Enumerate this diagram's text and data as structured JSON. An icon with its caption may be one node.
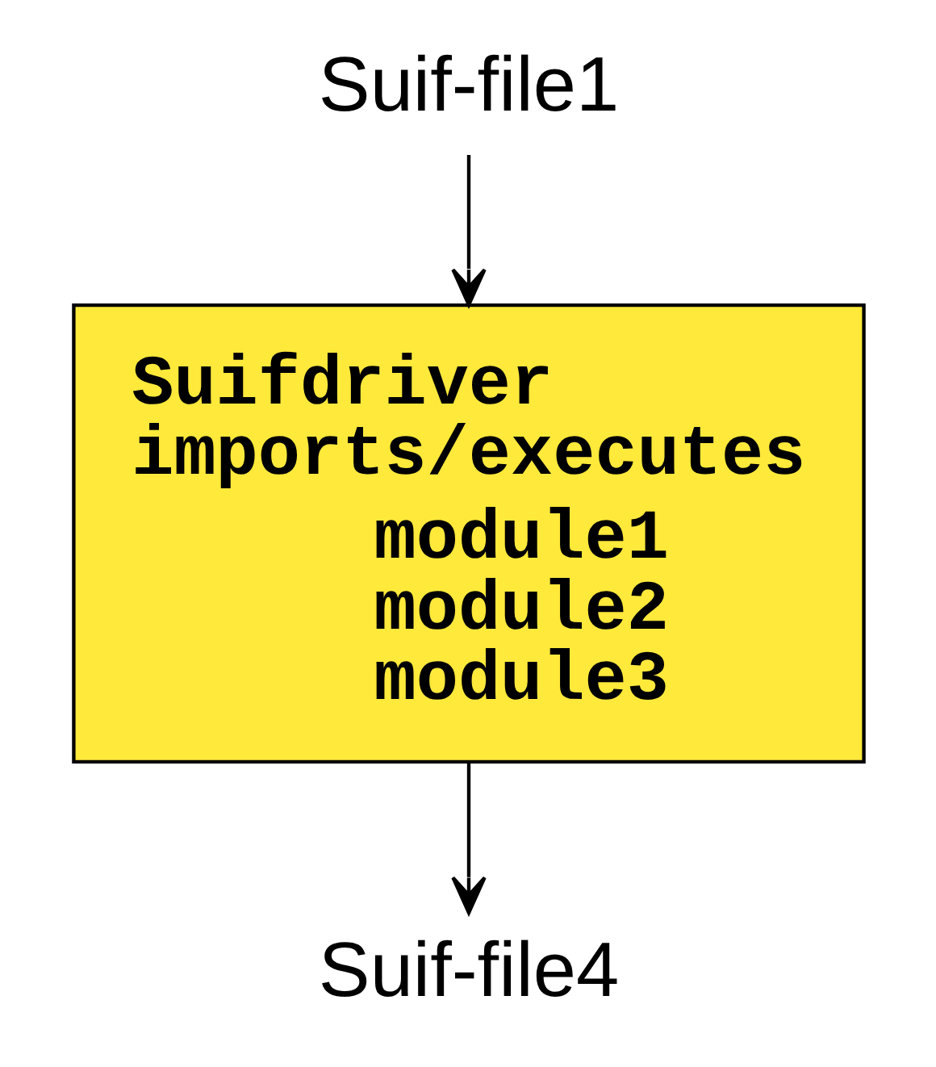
{
  "diagram": {
    "nodes": [
      {
        "text": [
          "Suif-file1"
        ]
      },
      {
        "text": [
          "Suifdriver imports/executes",
          "module1 module2 module3"
        ]
      },
      {
        "text": [
          "Suif-file4"
        ]
      }
    ],
    "edges": [
      {
        "from": 0,
        "to": 1,
        "arrow": "to"
      },
      {
        "from": 1,
        "to": 2,
        "arrow": "to"
      }
    ]
  }
}
